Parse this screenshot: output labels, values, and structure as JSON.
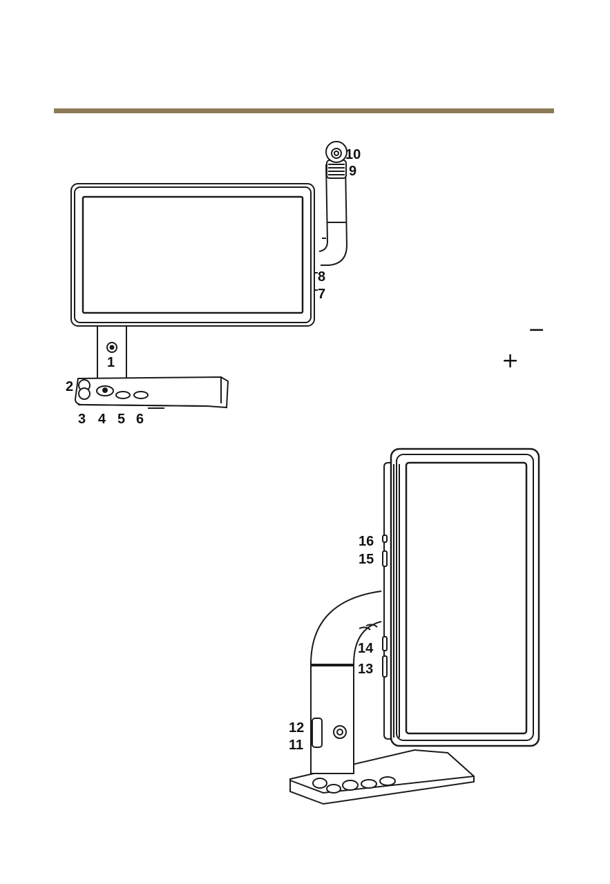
{
  "colors": {
    "rule": "#8c7a58",
    "line": "#1a1a1a",
    "shade": "#dcdcdc"
  },
  "symbols": {
    "minus": "−",
    "plus": "+"
  },
  "front_view": {
    "callouts": [
      "1",
      "2",
      "3",
      "4",
      "5",
      "6",
      "7",
      "8",
      "9",
      "10"
    ]
  },
  "side_view": {
    "callouts": [
      "11",
      "12",
      "13",
      "14",
      "15",
      "16"
    ]
  }
}
